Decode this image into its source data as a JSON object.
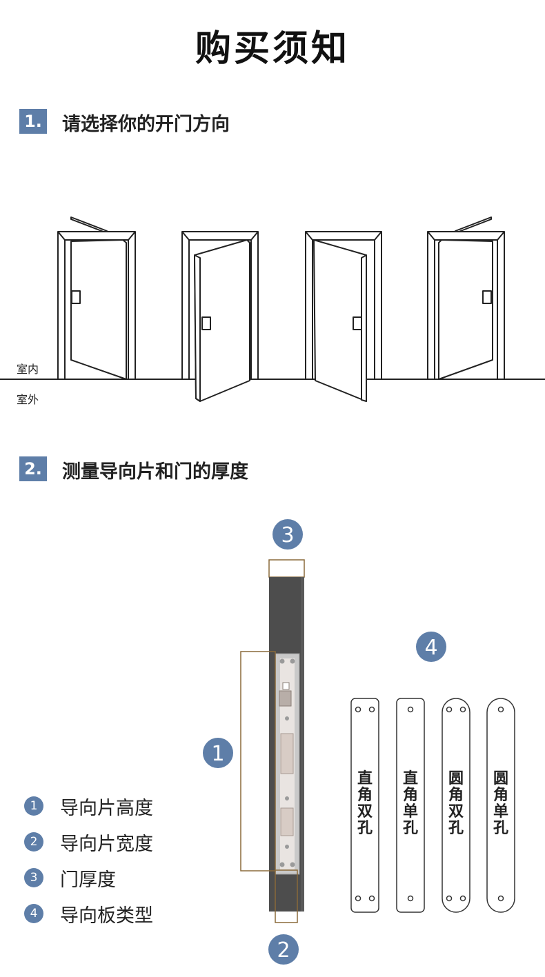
{
  "title": "购买须知",
  "section1": {
    "number": "1.",
    "text": "请选择你的开门方向"
  },
  "doors": {
    "inside_label": "室内",
    "outside_label": "室外"
  },
  "section2": {
    "number": "2.",
    "text": "测量导向片和门的厚度"
  },
  "markers": {
    "m1": "1",
    "m2": "2",
    "m3": "3",
    "m4": "4"
  },
  "legend": [
    {
      "num": "1",
      "text": "导向片高度"
    },
    {
      "num": "2",
      "text": "导向片宽度"
    },
    {
      "num": "3",
      "text": "门厚度"
    },
    {
      "num": "4",
      "text": "导向板类型"
    }
  ],
  "plates": [
    {
      "label": "直角双孔",
      "corner": "square",
      "holes": 2
    },
    {
      "label": "直角单孔",
      "corner": "square",
      "holes": 1
    },
    {
      "label": "圆角双孔",
      "corner": "round",
      "holes": 2
    },
    {
      "label": "圆角单孔",
      "corner": "round",
      "holes": 1
    }
  ],
  "colors": {
    "accent": "#5e7ea8",
    "door_edge": "#4d4d4d",
    "guide_box": "#8a6a3a"
  }
}
